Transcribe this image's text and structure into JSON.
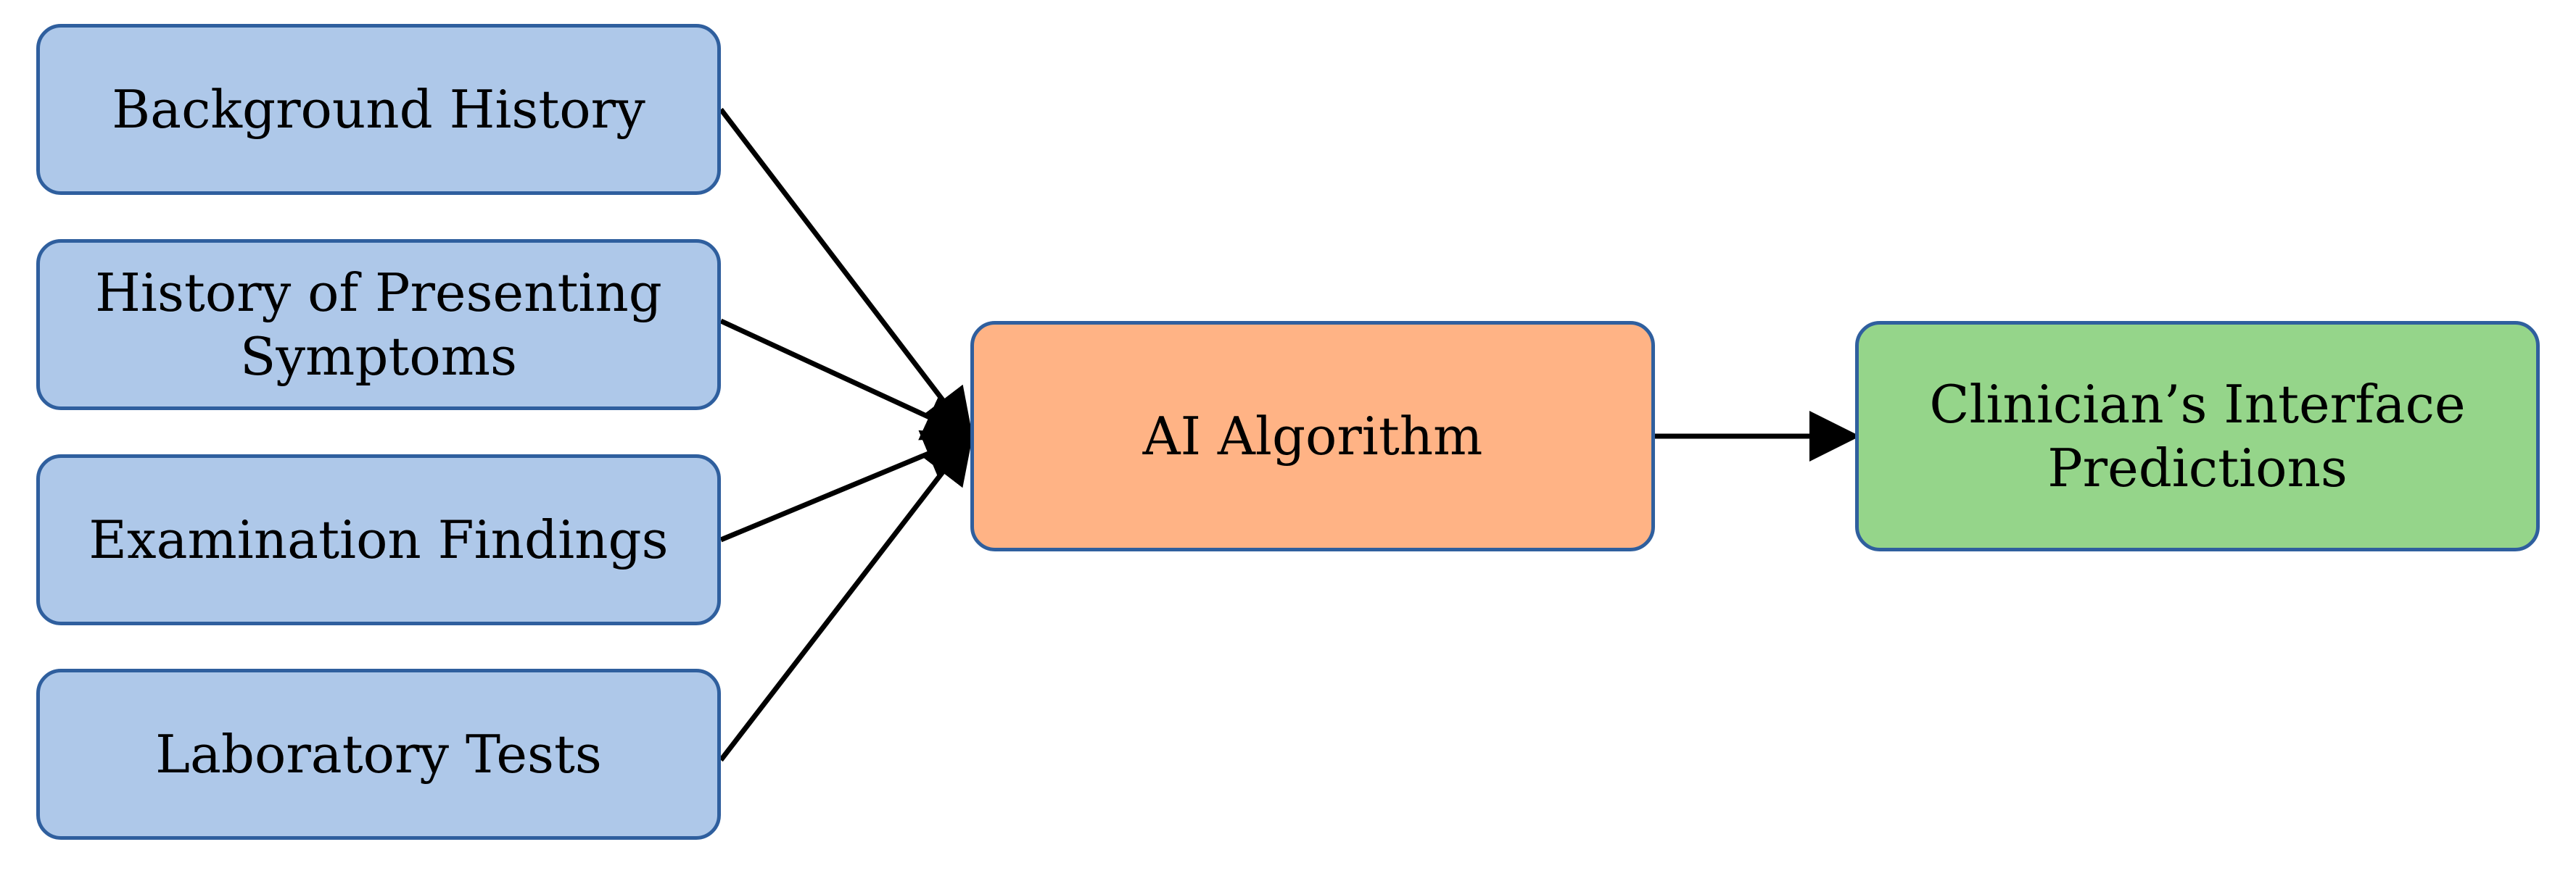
{
  "inputs": [
    {
      "id": "background-history",
      "label": "Background History"
    },
    {
      "id": "history-presenting-symptoms",
      "label": "History of Presenting\nSymptoms"
    },
    {
      "id": "examination-findings",
      "label": "Examination Findings"
    },
    {
      "id": "laboratory-tests",
      "label": "Laboratory Tests"
    }
  ],
  "processor": {
    "label": "AI Algorithm"
  },
  "output": {
    "label": "Clinician’s Interface\nPredictions"
  },
  "colors": {
    "input_fill": "#aec8e9",
    "processor_fill": "#ffb385",
    "output_fill": "#95d58a",
    "border": "#2f5f9e",
    "arrow": "#000000"
  }
}
